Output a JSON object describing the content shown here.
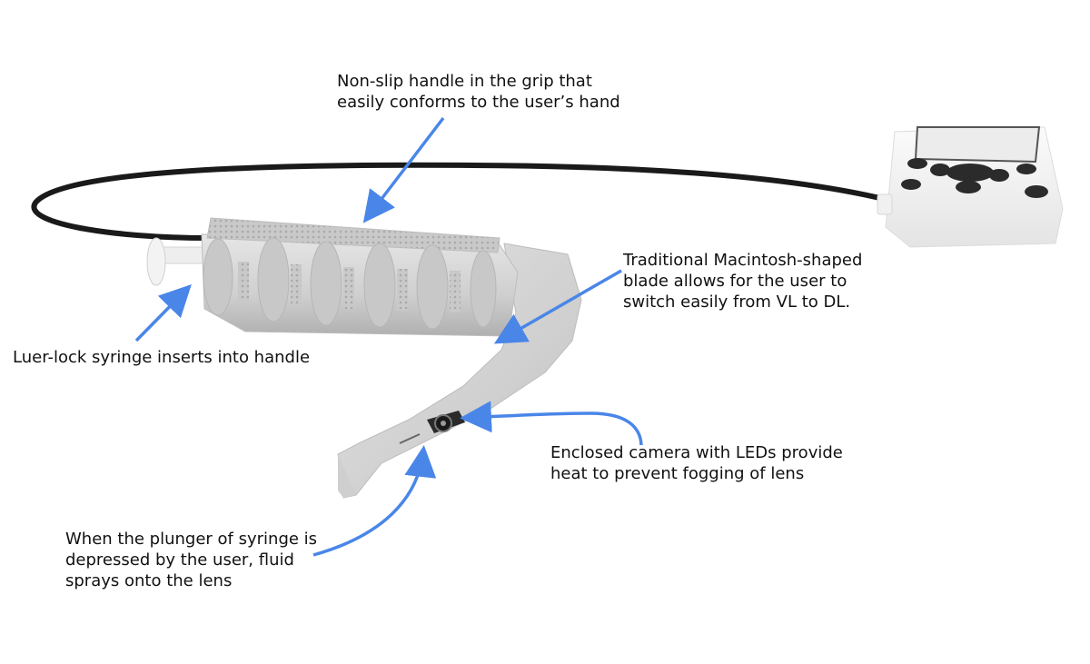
{
  "callouts": {
    "handle": {
      "lines": [
        "Non-slip handle in the grip that",
        "easily conforms to the user’s hand"
      ]
    },
    "blade": {
      "lines": [
        "Traditional Macintosh-shaped",
        "blade allows for the user to",
        "switch easily from VL to DL."
      ]
    },
    "syringe": {
      "lines": [
        "Luer-lock syringe inserts into handle"
      ]
    },
    "camera": {
      "lines": [
        "Enclosed camera with LEDs provide",
        "heat to prevent fogging of lens"
      ]
    },
    "plunger": {
      "lines": [
        "When the plunger of syringe is",
        "depressed by the user, fluid",
        "sprays onto the lens"
      ]
    }
  },
  "colors": {
    "arrow": "#4a86e8",
    "text": "#111111",
    "device_body": "#d9d9d9",
    "device_shadow": "#b8b8b8",
    "cable": "#1a1a1a",
    "monitor_body": "#f4f4f4",
    "monitor_buttons": "#2b2b2b"
  }
}
